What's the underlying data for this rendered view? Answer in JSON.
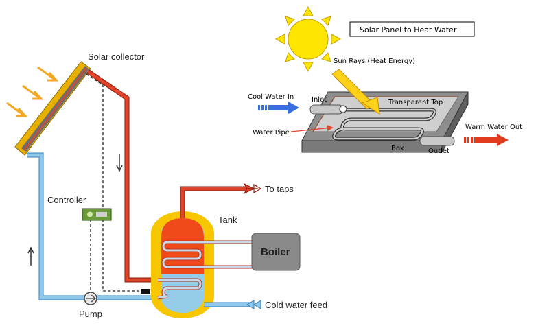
{
  "left_system": {
    "collector_label": "Solar collector",
    "controller_label": "Controller",
    "pump_label": "Pump",
    "tank_label": "Tank",
    "boiler_label": "Boiler",
    "to_taps_label": "To taps",
    "cold_feed_label": "Cold water feed"
  },
  "right_panel": {
    "title": "Solar Panel to Heat Water",
    "sun_rays_label": "Sun Rays (Heat Energy)",
    "cool_water_label": "Cool Water In",
    "inlet_label": "Inlet",
    "transparent_top_label": "Transparent Top",
    "water_pipe_label": "Water Pipe",
    "warm_water_label": "Warm Water Out",
    "box_label": "Box",
    "outlet_label": "Outlet"
  },
  "colors": {
    "hot_pipe": "#e0442a",
    "cold_pipe": "#8fc8ea",
    "cold_pipe_stroke": "#2f7fbf",
    "tank_outer": "#f7c600",
    "tank_hot": "#f04a1a",
    "tank_cold": "#93cbe8",
    "boiler": "#8a8a8a",
    "sun": "#ffe600",
    "arrow_orange": "#f5a623",
    "cool_arrow": "#3a6fe0",
    "warm_arrow": "#e23a1e"
  }
}
